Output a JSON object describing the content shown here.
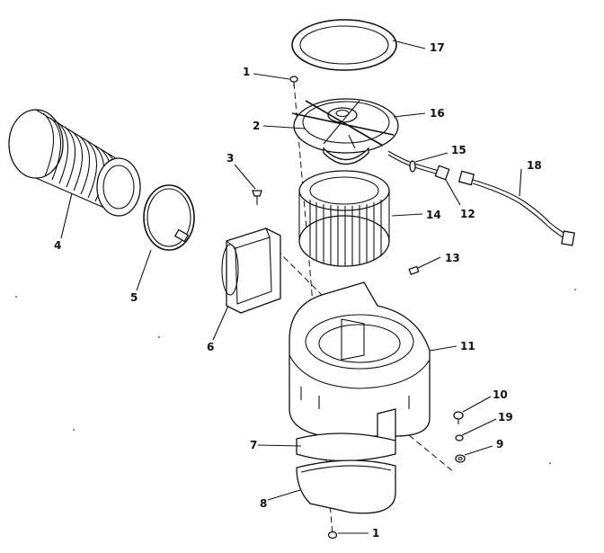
{
  "labels": {
    "l1a": "1",
    "l1b": "1",
    "l2": "2",
    "l3": "3",
    "l4": "4",
    "l5": "5",
    "l6": "6",
    "l7": "7",
    "l8": "8",
    "l9": "9",
    "l10": "10",
    "l11": "11",
    "l12": "12",
    "l13": "13",
    "l14": "14",
    "l15": "15",
    "l16": "16",
    "l17": "17",
    "l18": "18",
    "l19": "19"
  }
}
